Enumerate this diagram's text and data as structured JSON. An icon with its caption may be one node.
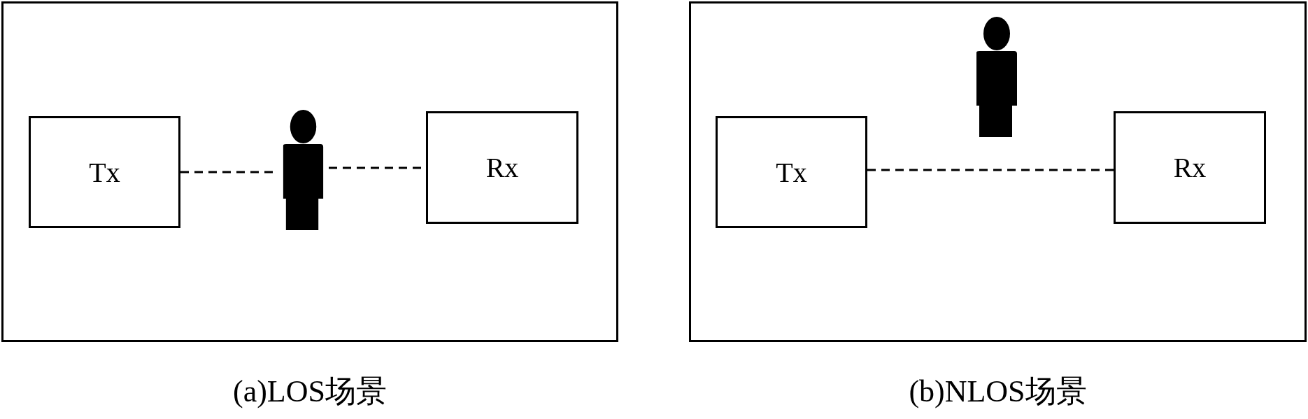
{
  "diagram": {
    "nodes": [
      {
        "text": [
          "(a)LOS场景"
        ]
      },
      {
        "text": [
          "Tx"
        ],
        "in": 0
      },
      {
        "text": [],
        "shape": "person",
        "in": 0
      },
      {
        "text": [
          "Rx"
        ],
        "in": 0
      },
      {
        "text": [
          "(b)NLOS场景"
        ]
      },
      {
        "text": [
          "Tx"
        ],
        "in": 4
      },
      {
        "text": [],
        "shape": "person",
        "in": 4
      },
      {
        "text": [
          "Rx"
        ],
        "in": 4
      }
    ],
    "edges": [
      {
        "from": 1,
        "to": 2,
        "arrow": "none",
        "style": "dashed"
      },
      {
        "from": 2,
        "to": 3,
        "arrow": "none",
        "style": "dashed"
      },
      {
        "from": 5,
        "to": 7,
        "arrow": "none",
        "style": "dashed"
      }
    ]
  }
}
